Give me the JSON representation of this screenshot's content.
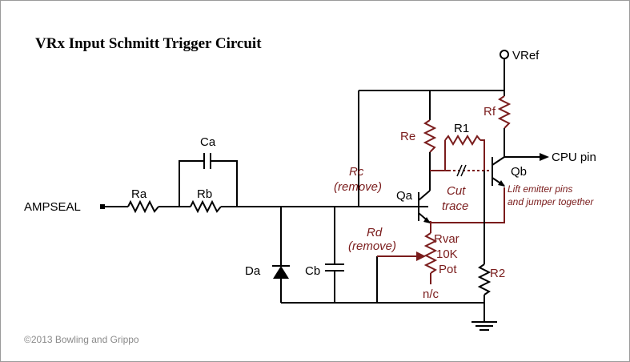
{
  "title": "VRx Input Schmitt Trigger Circuit",
  "copyright": "©2013 Bowling and Grippo",
  "labels": {
    "ampseal": "AMPSEAL",
    "vref": "VRef",
    "cpu_pin": "CPU pin",
    "ra": "Ra",
    "rb": "Rb",
    "ca": "Ca",
    "cb": "Cb",
    "da": "Da",
    "re": "Re",
    "rf": "Rf",
    "r1": "R1",
    "r2": "R2",
    "qa": "Qa",
    "qb": "Qb",
    "rc": "Rc",
    "rc_note": "(remove)",
    "rd": "Rd",
    "rd_note": "(remove)",
    "rvar_line1": "Rvar",
    "rvar_line2": "10K",
    "rvar_line3": "Pot",
    "nc": "n/c",
    "cut_line1": "Cut",
    "cut_line2": "trace",
    "lift_line1": "Lift emitter pins",
    "lift_line2": "and jumper together"
  },
  "colors": {
    "wire": "#000000",
    "modification": "#7a1c1c",
    "frame": "#9a9a9a"
  }
}
